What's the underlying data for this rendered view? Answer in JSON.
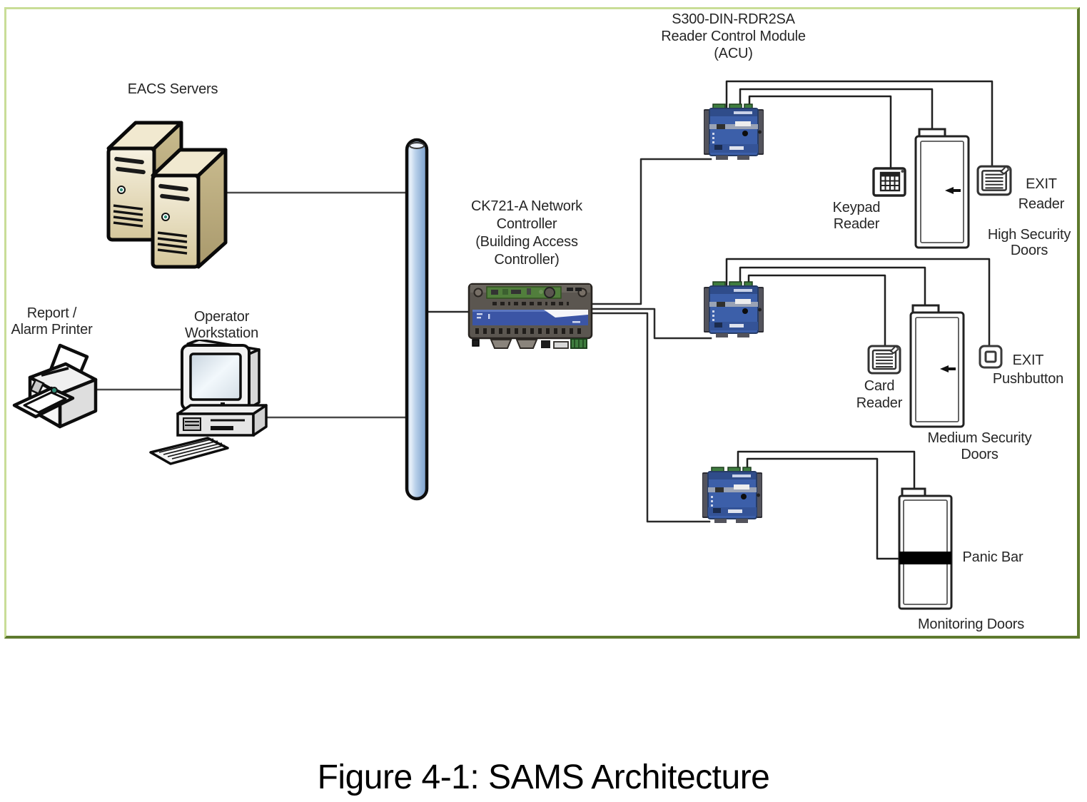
{
  "figure_caption": "Figure 4-1: SAMS Architecture",
  "diagram": {
    "left": {
      "eacs_label": "EACS Servers",
      "printer_label": [
        "Report /",
        "Alarm Printer"
      ],
      "workstation_label": [
        "Operator",
        "Workstation"
      ]
    },
    "controller": {
      "label": [
        "CK721-A Network",
        "Controller",
        "(Building Access",
        "Controller)"
      ]
    },
    "acu": {
      "label": [
        "S300-DIN-RDR2SA",
        "Reader Control Module",
        "(ACU)"
      ]
    },
    "groups": {
      "high": {
        "keypad_label": [
          "Keypad",
          "Reader"
        ],
        "exit_reader_label": [
          "EXIT",
          "Reader"
        ],
        "doors_label": [
          "High Security",
          "Doors"
        ]
      },
      "medium": {
        "card_label": [
          "Card",
          "Reader"
        ],
        "pushbutton_label": [
          "EXIT",
          "Pushbutton"
        ],
        "doors_label": [
          "Medium Security",
          "Doors"
        ]
      },
      "monitoring": {
        "panic_bar_label": "Panic Bar",
        "doors_label": "Monitoring Doors"
      }
    },
    "icons": [
      "server-towers-icon",
      "printer-icon",
      "workstation-icon",
      "bus-bar",
      "network-controller-device",
      "acu-module-device",
      "keypad-reader-icon",
      "lined-reader-icon",
      "exit-pushbutton-icon",
      "door-icon",
      "panic-bar"
    ],
    "colors": {
      "frame_light": "#c9dd97",
      "frame_dark": "#5e7a2e",
      "wire": "#2f2f2f",
      "bus_blue": "#a9c6e4",
      "acu_blue": "#3c5fa9",
      "controller_blue": "#3b55a5",
      "pcb_green": "#517e3c",
      "terminal_green": "#3f7d3f",
      "server_beige": "#e9e0c2"
    }
  }
}
